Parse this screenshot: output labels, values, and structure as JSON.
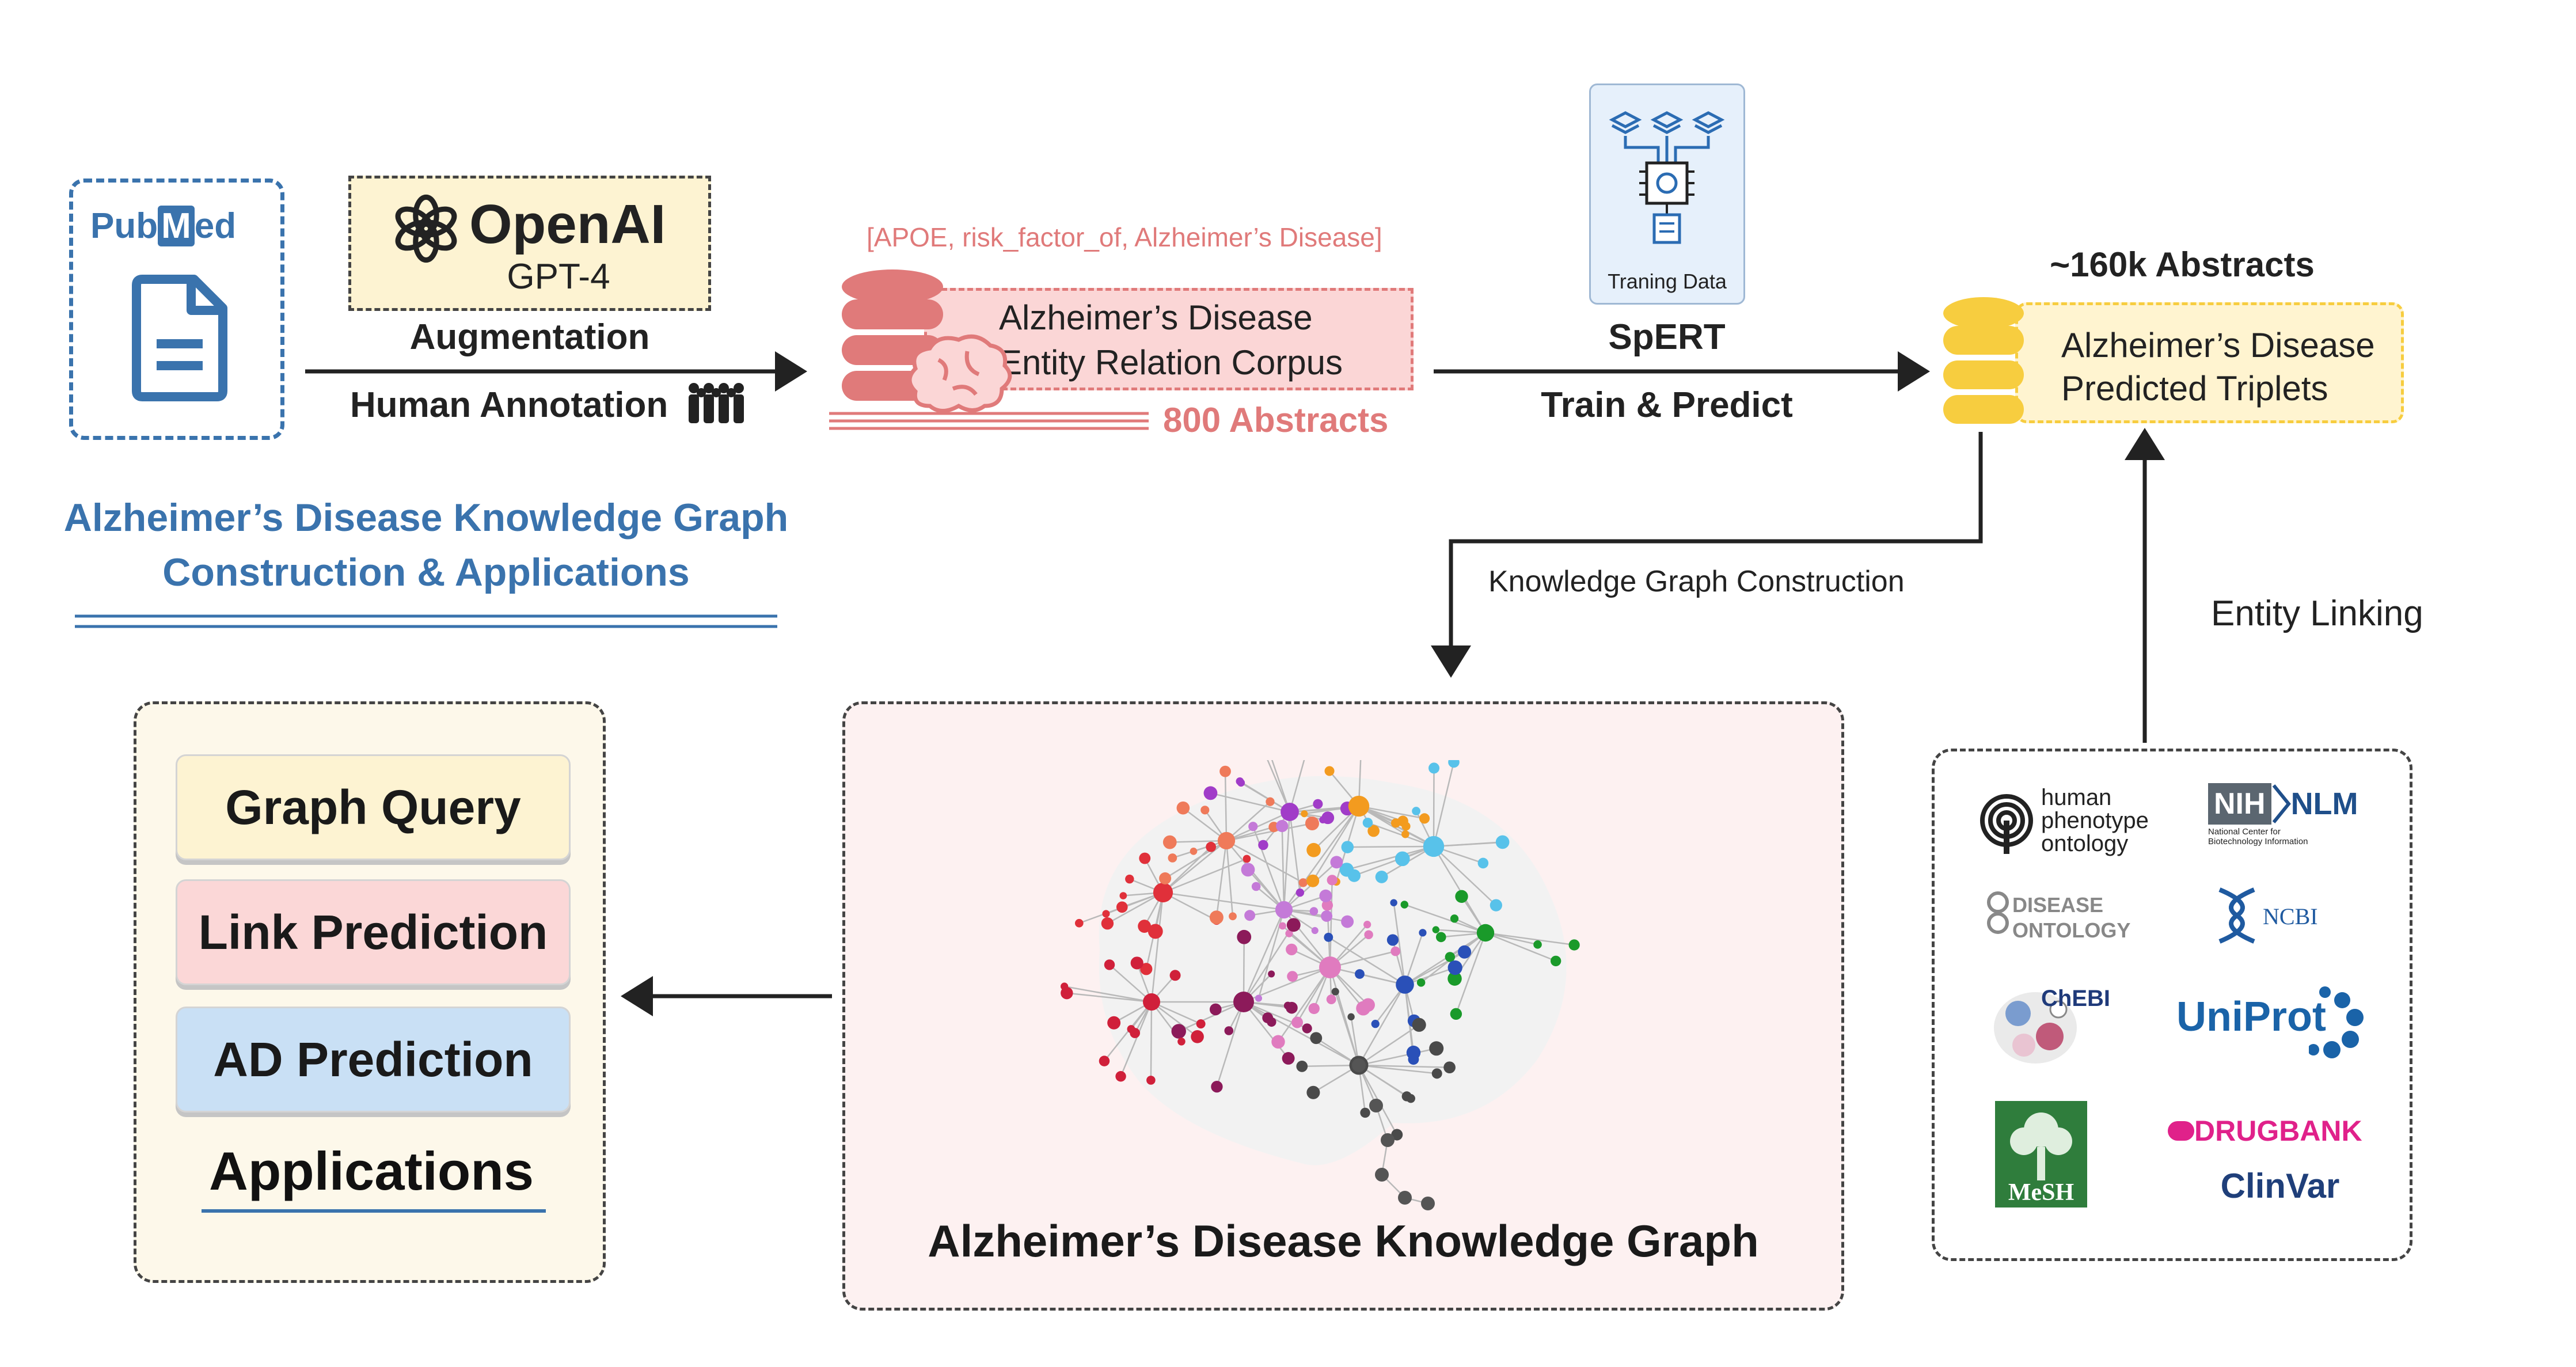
{
  "pubmed": {
    "logo_pub": "Pub",
    "logo_m": "M",
    "logo_ed": "ed"
  },
  "openai": {
    "name": "OpenAI",
    "model": "GPT-4"
  },
  "augmentation_label": "Augmentation",
  "human_annotation_label": "Human Annotation",
  "main_title": {
    "line1": "Alzheimer’s Disease Knowledge Graph",
    "line2": "Construction & Applications"
  },
  "corpus": {
    "triple_example": "[APOE, risk_factor_of, Alzheimer’s Disease]",
    "line1": "Alzheimer’s Disease",
    "line2": "Entity Relation Corpus",
    "count": "800 Abstracts"
  },
  "spert": {
    "training_data_label": "Traning Data",
    "name": "SpERT",
    "action": "Train & Predict"
  },
  "predicted": {
    "count": "~160k Abstracts",
    "line1": "Alzheimer’s Disease",
    "line2": "Predicted Triplets"
  },
  "kg_construction_label": "Knowledge Graph Construction",
  "entity_linking_label": "Entity Linking",
  "applications": {
    "items": [
      "Graph Query",
      "Link Prediction",
      "AD Prediction"
    ],
    "title": "Applications"
  },
  "kg_title": "Alzheimer’s Disease Knowledge Graph",
  "ontologies": {
    "hpo": {
      "line1": "human",
      "line2": "phenotype",
      "line3": "ontology"
    },
    "nih": {
      "nih": "NIH",
      "nlm": "NLM",
      "sub1": "National Center for",
      "sub2": "Biotechnology Information"
    },
    "doid": {
      "line1": "DISEASE",
      "line2": "ONTOLOGY"
    },
    "ncbi": "NCBI",
    "chebi": "ChEBI",
    "uniprot": "UniProt",
    "mesh": "MeSH",
    "drugbank": "DRUGBANK",
    "clinvar": "ClinVar"
  },
  "colors": {
    "blue": "#3a73ad",
    "pink_fill": "#fbd6d6",
    "salmon": "#e07a7a",
    "yellow_fill": "#fff4d0",
    "gold": "#f7cd3f",
    "cream": "#fdf8ea",
    "graph_query": "#fdf3d2",
    "link_prediction": "#fbd7d7",
    "ad_prediction": "#c9e0f5"
  }
}
